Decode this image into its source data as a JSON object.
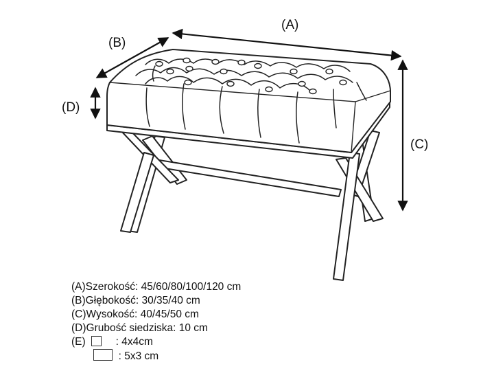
{
  "labels": {
    "a": "(A)",
    "b": "(B)",
    "c": "(C)",
    "d": "(D)"
  },
  "legend": {
    "a": "(A)Szerokość: 45/60/80/100/120 cm",
    "b": "(B)Głębokość: 30/35/40 cm",
    "c": "(C)Wysokość: 40/45/50 cm",
    "d": "(D)Grubość siedziska: 10 cm",
    "e_prefix": "(E)",
    "e1": ": 4x4cm",
    "e2": ": 5x3 cm"
  },
  "colors": {
    "line": "#222222",
    "background": "#ffffff"
  }
}
